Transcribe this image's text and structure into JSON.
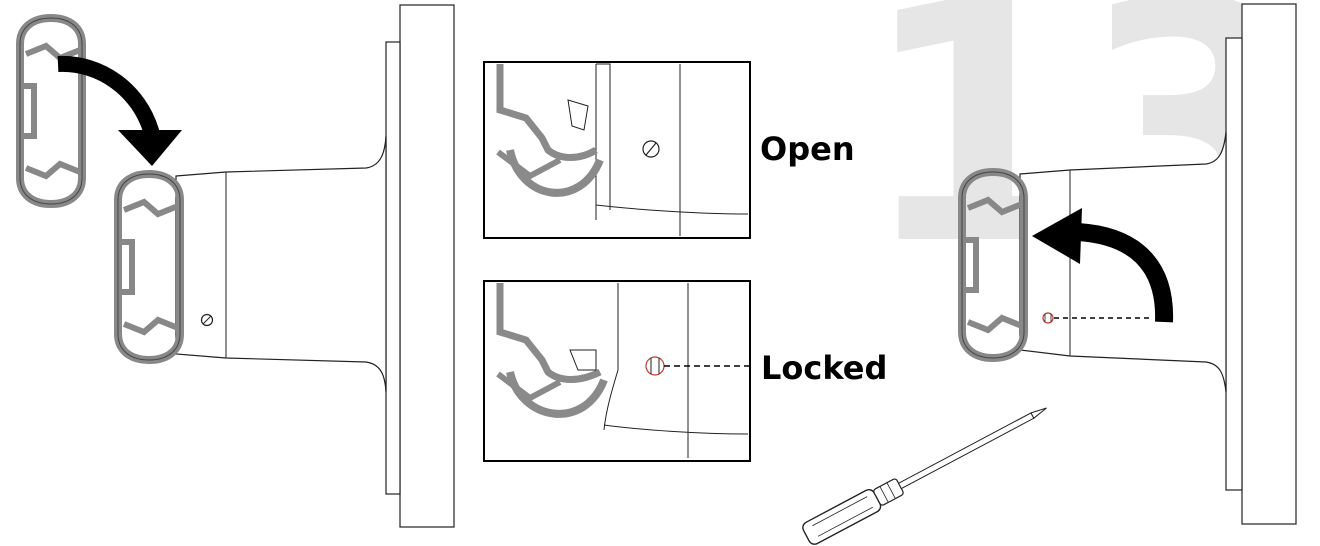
{
  "step_number": "13",
  "labels": {
    "open": "Open",
    "locked": "Locked"
  },
  "colors": {
    "profile_fill": "#a9a9a9",
    "profile_stroke": "#555555",
    "arrow": "#000000",
    "step_number": "#e6e6e6",
    "screw_highlight": "#c0392b"
  }
}
